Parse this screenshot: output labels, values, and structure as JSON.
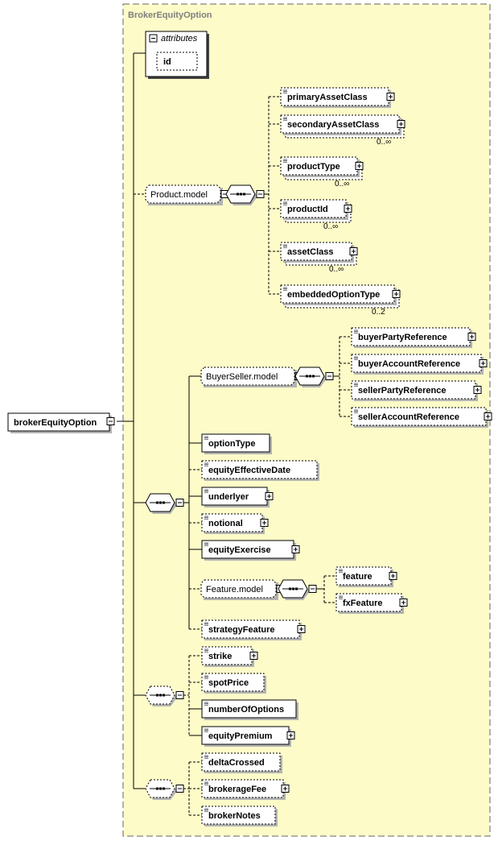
{
  "container": {
    "title": "BrokerEquityOption"
  },
  "root": {
    "label": "brokerEquityOption"
  },
  "attributes": {
    "title": "attributes",
    "items": [
      "id"
    ]
  },
  "groups": {
    "product_model": {
      "label": "Product.model",
      "elements": [
        {
          "label": "primaryAssetClass",
          "expand": true,
          "optional": true,
          "card": ""
        },
        {
          "label": "secondaryAssetClass",
          "expand": true,
          "optional": true,
          "multi": true,
          "card": "0..∞"
        },
        {
          "label": "productType",
          "expand": true,
          "optional": true,
          "multi": true,
          "card": "0..∞"
        },
        {
          "label": "productId",
          "expand": true,
          "optional": true,
          "multi": true,
          "card": "0..∞"
        },
        {
          "label": "assetClass",
          "expand": true,
          "optional": true,
          "multi": true,
          "card": "0..∞"
        },
        {
          "label": "embeddedOptionType",
          "expand": true,
          "optional": true,
          "multi": true,
          "card": "0..2"
        }
      ]
    },
    "buyer_seller_model": {
      "label": "BuyerSeller.model",
      "elements": [
        {
          "label": "buyerPartyReference",
          "expand": true,
          "optional": true
        },
        {
          "label": "buyerAccountReference",
          "expand": true,
          "optional": true
        },
        {
          "label": "sellerPartyReference",
          "expand": true,
          "optional": true
        },
        {
          "label": "sellerAccountReference",
          "expand": true,
          "optional": true
        }
      ]
    },
    "main_elements": [
      {
        "label": "optionType",
        "expand": false
      },
      {
        "label": "equityEffectiveDate",
        "expand": false,
        "optional": true
      },
      {
        "label": "underlyer",
        "expand": true
      },
      {
        "label": "notional",
        "expand": true,
        "optional": true
      },
      {
        "label": "equityExercise",
        "expand": true
      }
    ],
    "feature_model": {
      "label": "Feature.model",
      "elements": [
        {
          "label": "feature",
          "expand": true,
          "optional": true
        },
        {
          "label": "fxFeature",
          "expand": true,
          "optional": true
        }
      ]
    },
    "strategy_feature": {
      "label": "strategyFeature",
      "expand": true,
      "optional": true
    },
    "premium_sequence": [
      {
        "label": "strike",
        "expand": true,
        "optional": true
      },
      {
        "label": "spotPrice",
        "expand": false,
        "optional": true
      },
      {
        "label": "numberOfOptions",
        "expand": false
      },
      {
        "label": "equityPremium",
        "expand": true
      }
    ],
    "broker_sequence": [
      {
        "label": "deltaCrossed",
        "expand": false,
        "optional": true
      },
      {
        "label": "brokerageFee",
        "expand": true,
        "optional": true
      },
      {
        "label": "brokerNotes",
        "expand": false,
        "optional": true
      }
    ]
  },
  "colors": {
    "background": "#ffffff",
    "panel": "#fdfbc8",
    "shadow": "#b3b3b3",
    "line": "#000000",
    "title_text": "#7f7f7f"
  }
}
